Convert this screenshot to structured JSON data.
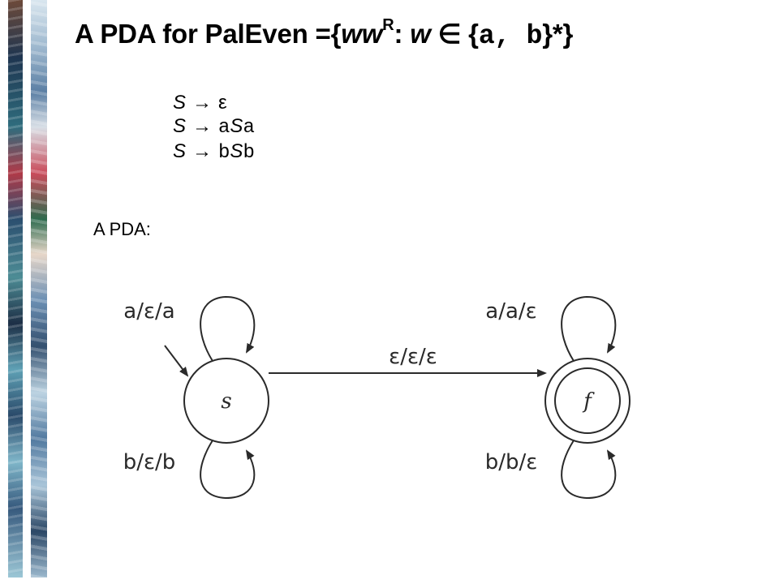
{
  "slide": {
    "title": {
      "prefix": "A PDA for PalEven ={",
      "var": "ww",
      "sup": "R",
      "sep": ": ",
      "var2": "w",
      "elem": " ∈ {",
      "alphabet": "a, b",
      "suffix": "}*}"
    },
    "grammar": [
      {
        "lhs": "S",
        "arrow": "→",
        "rhs_parts": [
          "ε"
        ]
      },
      {
        "lhs": "S",
        "arrow": "→",
        "rhs_parts": [
          "a",
          "S",
          "a"
        ]
      },
      {
        "lhs": "S",
        "arrow": "→",
        "rhs_parts": [
          "b",
          "S",
          "b"
        ]
      }
    ],
    "pda_label": "A PDA:"
  },
  "diagram": {
    "states": [
      {
        "name": "s",
        "accepting": false,
        "start": true
      },
      {
        "name": "f",
        "accepting": true,
        "start": false
      }
    ],
    "transitions": [
      {
        "from": "s",
        "to": "s",
        "label": "a/ε/a"
      },
      {
        "from": "s",
        "to": "s",
        "label": "b/ε/b"
      },
      {
        "from": "s",
        "to": "f",
        "label": "ε/ε/ε"
      },
      {
        "from": "f",
        "to": "f",
        "label": "a/a/ε"
      },
      {
        "from": "f",
        "to": "f",
        "label": "b/b/ε"
      }
    ]
  }
}
